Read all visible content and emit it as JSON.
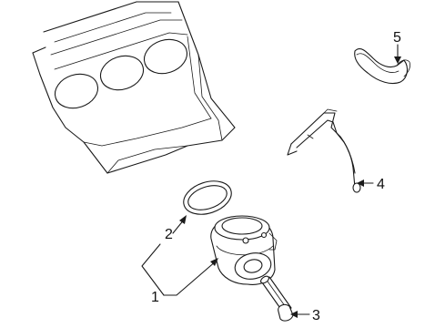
{
  "diagram": {
    "callouts": [
      {
        "id": "1",
        "label": "1"
      },
      {
        "id": "2",
        "label": "2"
      },
      {
        "id": "3",
        "label": "3"
      },
      {
        "id": "4",
        "label": "4"
      },
      {
        "id": "5",
        "label": "5"
      }
    ]
  },
  "colors": {
    "line": "#1a1a1a",
    "background": "#ffffff"
  }
}
